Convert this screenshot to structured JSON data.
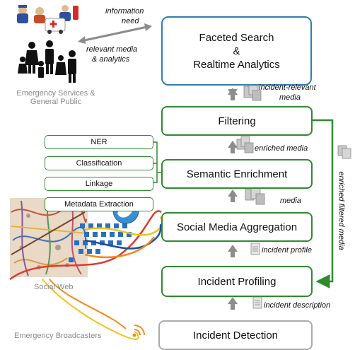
{
  "boxes": {
    "search_line1": "Faceted Search",
    "search_line2": "&",
    "search_line3": "Realtime Analytics",
    "filtering": "Filtering",
    "semantic": "Semantic Enrichment",
    "aggregation": "Social Media Aggregation",
    "profiling": "Incident Profiling",
    "detection": "Incident Detection"
  },
  "enrichment_components": [
    "NER",
    "Classification",
    "Linkage",
    "Metadata Extraction"
  ],
  "flow_labels": {
    "info_need_1": "information",
    "info_need_2": "need",
    "relevant_1": "relevant media",
    "relevant_2": "& analytics",
    "incident_relevant_1": "incident-relevant",
    "incident_relevant_2": "media",
    "enriched": "enriched media",
    "media": "media",
    "incident_profile": "incident profile",
    "incident_description": "incident description",
    "enriched_filtered": "enriched filtered media"
  },
  "actors": {
    "emergency_1": "Emergency Services &",
    "emergency_2": "General Public",
    "social_web": "Social Web",
    "broadcasters": "Emergency Broadcasters"
  },
  "colors": {
    "green": "#2e8b2e",
    "blue": "#2f7fb0",
    "grey_box": "#aaaaaa",
    "arrow": "#8c8c8c",
    "label_grey": "#8a8a8a",
    "orange": "#f08a1c",
    "red": "#e03a2a",
    "yellow": "#f2c21a",
    "dark_blue": "#1e4f9c"
  },
  "icons": [
    "people-icon",
    "rescue-services-icon",
    "document-icon",
    "media-stack-icon",
    "twitter-bird-icon",
    "rss-broadcast-icon",
    "social-web-collage"
  ]
}
